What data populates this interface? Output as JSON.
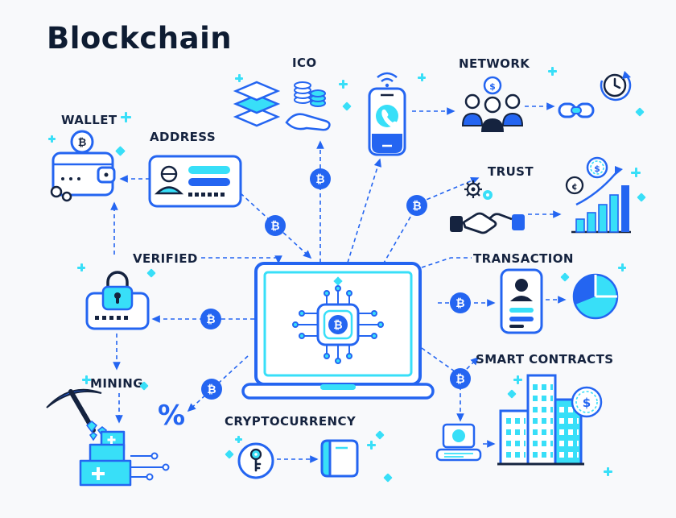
{
  "title": "Blockchain",
  "labels": {
    "wallet": "WALLET",
    "address": "ADDRESS",
    "ico": "ICO",
    "network": "NETWORK",
    "trust": "TRUST",
    "verified": "VERIFIED",
    "transaction": "TRANSACTION",
    "mining": "MINING",
    "smart_contracts": "SMART CONTRACTS",
    "cryptocurrency": "CRYPTOCURRENCY"
  },
  "symbols": {
    "btc": "₿",
    "dollar": "$",
    "cent": "¢",
    "percent": "%"
  },
  "colors": {
    "background": "#f8f9fb",
    "primary_blue": "#2465f1",
    "accent_cyan": "#38dff8",
    "dark_navy": "#15233f",
    "white": "#ffffff"
  }
}
